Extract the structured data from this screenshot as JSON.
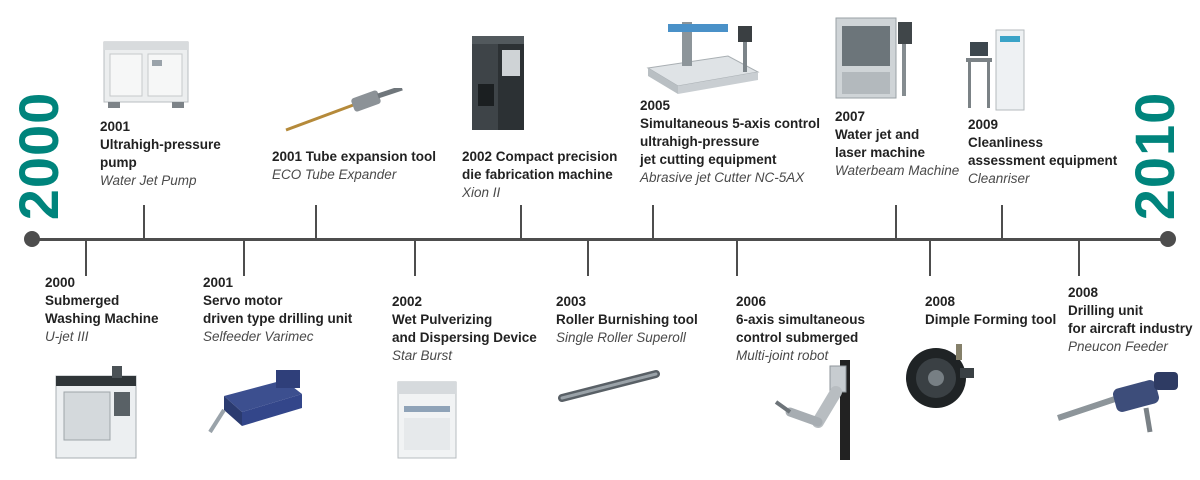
{
  "years": {
    "start": "2000",
    "end": "2010"
  },
  "events_top": [
    {
      "id": "e2001a",
      "title_lines": [
        "2001",
        "Ultrahigh-pressure",
        "pump"
      ],
      "subtitle": "Water Jet Pump"
    },
    {
      "id": "e2001b",
      "title_lines": [
        "2001 Tube expansion tool"
      ],
      "subtitle": "ECO Tube Expander"
    },
    {
      "id": "e2002a",
      "title_lines": [
        "2002 Compact precision",
        "die fabrication machine"
      ],
      "subtitle": "Xion II"
    },
    {
      "id": "e2005",
      "title_lines": [
        "2005",
        "Simultaneous 5-axis control",
        "ultrahigh-pressure",
        "jet cutting equipment"
      ],
      "subtitle": "Abrasive jet Cutter NC-5AX"
    },
    {
      "id": "e2007",
      "title_lines": [
        "2007",
        "Water jet and",
        "laser machine"
      ],
      "subtitle": "Waterbeam Machine"
    },
    {
      "id": "e2009",
      "title_lines": [
        "2009",
        "Cleanliness",
        "assessment equipment"
      ],
      "subtitle": "Cleanriser"
    }
  ],
  "events_bottom": [
    {
      "id": "e2000",
      "title_lines": [
        "2000",
        "Submerged",
        "Washing Machine"
      ],
      "subtitle": "U-jet III"
    },
    {
      "id": "e2001c",
      "title_lines": [
        "2001",
        "Servo motor",
        "driven type drilling unit"
      ],
      "subtitle": "Selfeeder Varimec"
    },
    {
      "id": "e2002b",
      "title_lines": [
        "2002",
        "Wet Pulverizing",
        "and Dispersing Device"
      ],
      "subtitle": "Star Burst"
    },
    {
      "id": "e2003",
      "title_lines": [
        "2003",
        "Roller Burnishing tool"
      ],
      "subtitle": "Single Roller Superoll"
    },
    {
      "id": "e2006",
      "title_lines": [
        "2006",
        "6-axis simultaneous",
        "control submerged"
      ],
      "subtitle": "Multi-joint robot"
    },
    {
      "id": "e2008a",
      "title_lines": [
        "2008",
        "Dimple Forming tool"
      ],
      "subtitle": ""
    },
    {
      "id": "e2008b",
      "title_lines": [
        "2008",
        "Drilling unit",
        "for aircraft industry"
      ],
      "subtitle": "Pneucon Feeder"
    }
  ],
  "colors": {
    "accent": "#00847c",
    "axis": "#4d4d4d",
    "text": "#222222",
    "subtext": "#4a4a4a"
  }
}
